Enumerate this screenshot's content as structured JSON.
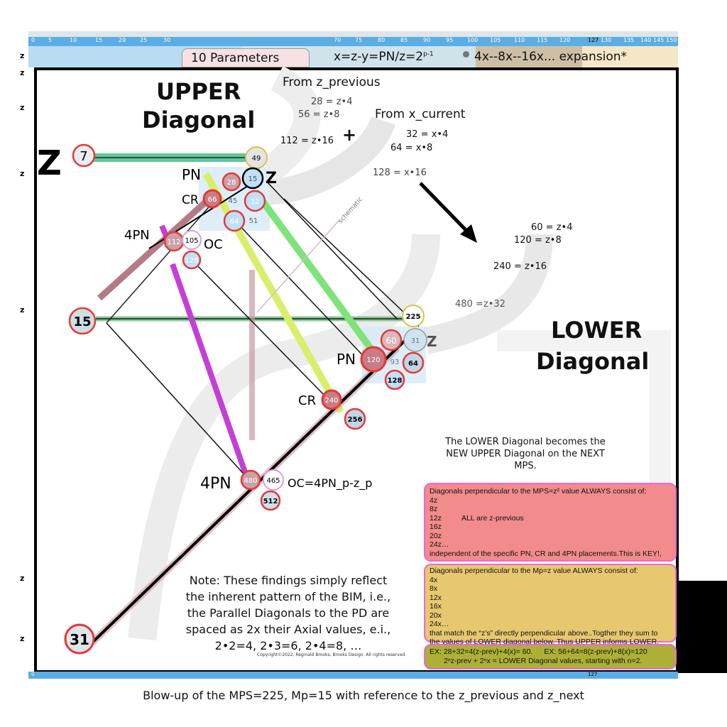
{
  "header": {
    "tab_label": "10 Parameters",
    "formula": "x=z-y=PN/z=2",
    "formula_sup": "p-1",
    "expansion": "4x--8x--16x... expansion*",
    "ruler_ticks": [
      "0",
      "5",
      "10",
      "15",
      "20",
      "25",
      "30",
      "70",
      "75",
      "80",
      "85",
      "90",
      "95",
      "100",
      "105",
      "110",
      "115",
      "120",
      "127",
      "130",
      "135",
      "140",
      "145",
      "150"
    ]
  },
  "left_axis_labels": [
    "z",
    "z",
    "z",
    "z",
    "z",
    "z",
    "z"
  ],
  "titles": {
    "upper_1": "UPPER",
    "upper_2": "Diagonal",
    "lower_1": "LOWER",
    "lower_2": "Diagonal"
  },
  "from_z_previous": {
    "heading": "From z_previous",
    "lines": [
      "28 = z•4",
      "56 = z•8",
      "112 = z•16"
    ],
    "plus": "+"
  },
  "from_x_current": {
    "heading": "From x_current",
    "lines": [
      "32 = x•4",
      "64 = x•8",
      "128 = x•16"
    ]
  },
  "lower_values": [
    "60 = z•4",
    "120 = z•8",
    "240 = z•16",
    "480 =z•32"
  ],
  "diagram": {
    "big_z": "Z",
    "schematic": "schematic",
    "labels": {
      "pn_upper": "PN",
      "z_upper": "Z",
      "cr_upper": "CR",
      "fourpn_upper": "4PN",
      "oc_upper": "OC",
      "pn_lower": "PN",
      "z_lower": "Z",
      "cr_lower": "CR",
      "fourpn_lower": "4PN",
      "oc_formula": "OC=4PN_p-z_p"
    },
    "nodes": {
      "n7": "7",
      "n49": "49",
      "n28": "28",
      "n15a": "15",
      "n66": "66",
      "n45": "45",
      "n32": "32",
      "n64a": "64",
      "n51": "51",
      "n112": "112",
      "n105": "105",
      "n128a": "128",
      "n15": "15",
      "n225": "225",
      "n60": "60",
      "n31a": "31",
      "n64b": "64",
      "n120": "120",
      "n93": "93",
      "n128b": "128",
      "n240": "240",
      "n256": "256",
      "n480": "480",
      "n465": "465",
      "n512": "512",
      "n31": "31"
    }
  },
  "lower_becomes_upper": [
    "The LOWER Diagonal becomes the",
    "NEW UPPER Diagonal on the NEXT",
    "MPS."
  ],
  "pink_box": {
    "heading": "Diagonals perpendicular to the MPS=z²  value ALWAYS consist of:",
    "items": [
      "4z",
      "8z",
      "12z",
      "16z",
      "20z",
      "24z…"
    ],
    "side_note": "ALL are z-previous",
    "footer": "independent of the specific PN, CR and 4PN placements.This is KEY!,"
  },
  "yellow_box": {
    "heading": "Diagonals perpendicular to the Mp=z  value ALWAYS consist of:",
    "items": [
      "4x",
      "8x",
      "12x",
      "16x",
      "20x",
      "24x…"
    ],
    "footer_1": "that match the “z’s” directly perpendicular above..Togther they sum to",
    "footer_2": "the values of LOWER diagonal below. Thus UPPER informs LOWER."
  },
  "olive_box": {
    "ex1": "EX: 28+32=4(z-prev)+4(x)= 60.",
    "ex2": "EX:  56+64=8(z-prev)+8(x)=120",
    "line2": "2ⁿz-prev + 2ⁿx = LOWER Diagonal values, starting with n=2."
  },
  "note": [
    "Note: These findings simply reflect",
    "the inherent pattern of the BIM, i.e.,",
    "the Parallel Diagonals to the PD are",
    "spaced as 2x their Axial values, e.i.,",
    "2•2=4, 2•3=6, 2•4=8, …"
  ],
  "copyright": "Copyright©2022, Reginald Brooks, Brooks Design. All rights reserved.",
  "caption": "Blow-up of the MPS=225, Mp=15 with reference to the z_previous and z_next",
  "colors": {
    "pink_box": "#f28b8b",
    "yellow_box": "#e6c86e",
    "olive_box": "#aeb036",
    "ruler": "#5aaee3",
    "node_red": "#e53935",
    "node_yellow": "#d9c24a",
    "magenta": "#c43fd6"
  }
}
